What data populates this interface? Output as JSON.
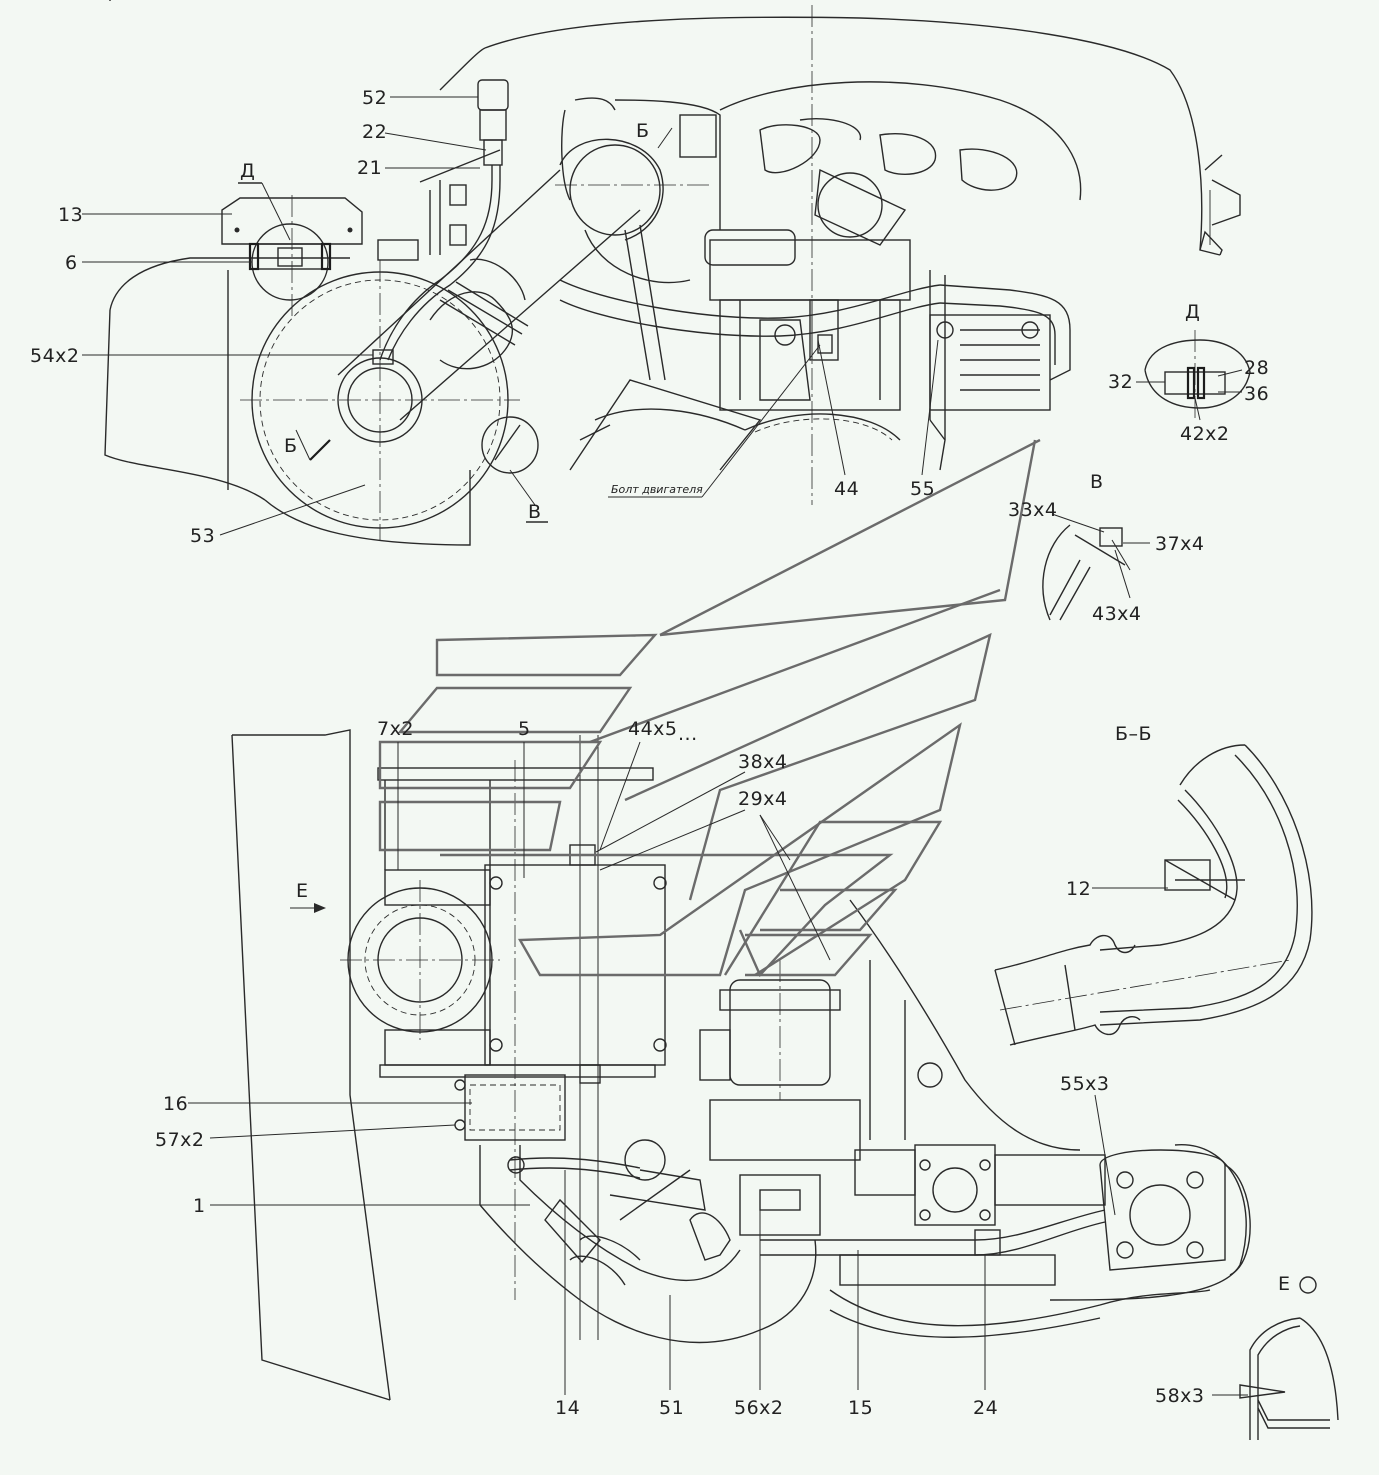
{
  "labels": {
    "p52": "52",
    "p22": "22",
    "p21": "21",
    "p13": "13",
    "p6": "6",
    "p54x2": "54x2",
    "p53": "53",
    "p44": "44",
    "p55": "55",
    "p32": "32",
    "p28": "28",
    "p36": "36",
    "p42x2": "42x2",
    "p33x4": "33x4",
    "p37x4": "37x4",
    "p43x4": "43x4",
    "p7x2": "7x2",
    "p5": "5",
    "p44x5": "44x5",
    "p38x4": "38x4",
    "p29x4": "29x4",
    "p12": "12",
    "p16": "16",
    "p57x2": "57x2",
    "p1": "1",
    "p55x3": "55x3",
    "p14": "14",
    "p51": "51",
    "p56x2": "56x2",
    "p15": "15",
    "p24": "24",
    "p58x3": "58x3"
  },
  "views": {
    "d_top": "Д",
    "d_detail": "Д",
    "b_top": "Б",
    "b_left": "Б",
    "v_mark": "В",
    "v_detail": "В",
    "bb_section": "Б–Б",
    "e_arrow": "Е",
    "e_view": "Е"
  },
  "notes": {
    "engine_bolt": "Болт двигателя",
    "dots": "..."
  },
  "colors": {
    "background": "#f3f8f3",
    "line": "#2a2a2a",
    "watermark": "#6b6b6b"
  }
}
